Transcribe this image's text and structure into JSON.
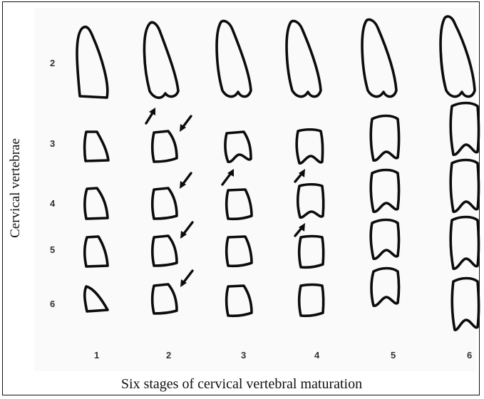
{
  "figure": {
    "y_axis_title": "Cervical vertebrae",
    "x_axis_title": "Six stages of cervical vertebral maturation",
    "vertebra_labels": [
      "2",
      "3",
      "4",
      "5",
      "6"
    ],
    "stage_labels": [
      "1",
      "2",
      "3",
      "4",
      "5",
      "6"
    ]
  }
}
